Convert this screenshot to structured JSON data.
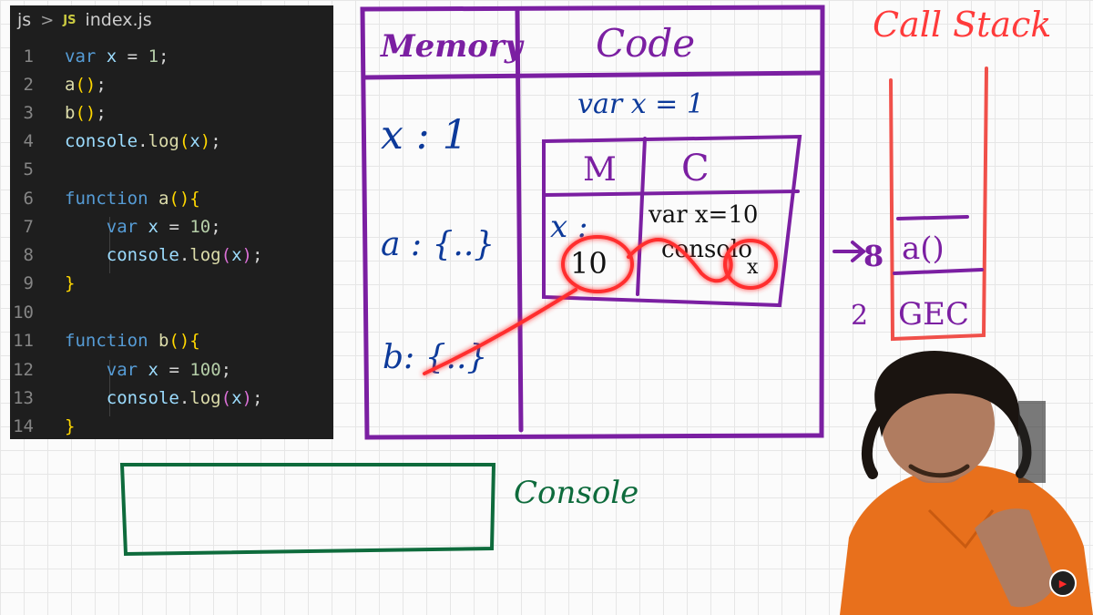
{
  "editor": {
    "breadcrumb": {
      "folder": "js",
      "separator": ">",
      "badge": "JS",
      "file": "index.js"
    },
    "lines": [
      {
        "n": "1"
      },
      {
        "n": "2"
      },
      {
        "n": "3"
      },
      {
        "n": "4"
      },
      {
        "n": "5"
      },
      {
        "n": "6"
      },
      {
        "n": "7"
      },
      {
        "n": "8"
      },
      {
        "n": "9"
      },
      {
        "n": "10"
      },
      {
        "n": "11"
      },
      {
        "n": "12"
      },
      {
        "n": "13"
      },
      {
        "n": "14"
      }
    ],
    "tokens": {
      "var": "var",
      "function": "function",
      "console": "console",
      "log": "log",
      "x": "x",
      "a": "a",
      "b": "b",
      "one": "1",
      "ten": "10",
      "hundred": "100"
    }
  },
  "board": {
    "memory_header": "Memory",
    "code_header": "Code",
    "code_line": "var x = 1",
    "mem_x": "x : 1",
    "mem_a": "a : {..}",
    "mem_b": "b: {..}",
    "inner_m": "M",
    "inner_c": "C",
    "inner_x": "x :",
    "inner_ten": "10",
    "inner_code1": "var x=10",
    "inner_code2": "consolo",
    "inner_x2": "x",
    "call_stack_title": "Call Stack",
    "stack_a": "a()",
    "stack_gec": "GEC",
    "stack_arrow_num": "8",
    "stack_two": "2",
    "console_label": "Console"
  },
  "colors": {
    "purple": "#7b1fa2",
    "blue": "#0d3a9a",
    "red": "#ff2e2e",
    "green": "#0e6b3c",
    "editor_bg": "#1e1e1e"
  }
}
